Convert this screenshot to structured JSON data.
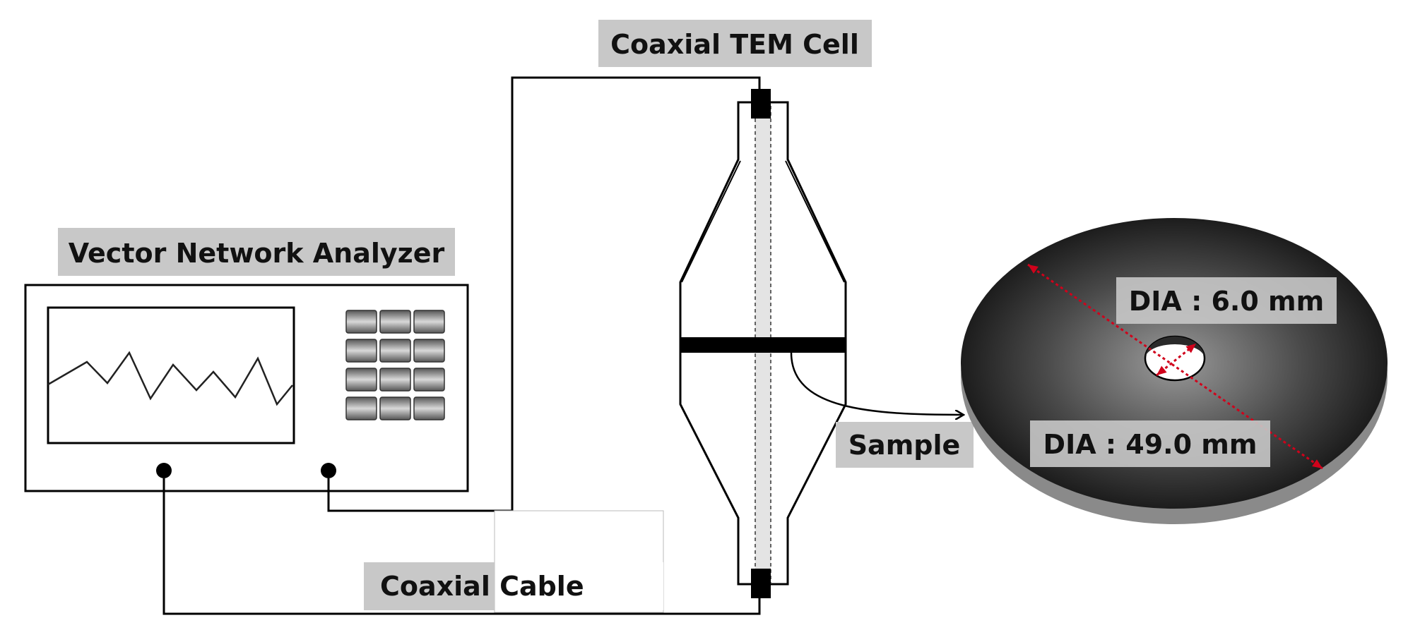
{
  "labels": {
    "tem_cell": "Coaxial TEM Cell",
    "vna": "Vector Network Analyzer",
    "sample": "Sample",
    "inner_dia": "DIA : 6.0 mm",
    "outer_dia": "DIA : 49.0 mm",
    "cable": "Coaxial Cable"
  },
  "colors": {
    "label_bg": "#c8c8c8",
    "line": "#000000",
    "dimension_arrow": "#d0021b",
    "disk_dark": "#111111",
    "disk_light": "#8a8a8a"
  }
}
